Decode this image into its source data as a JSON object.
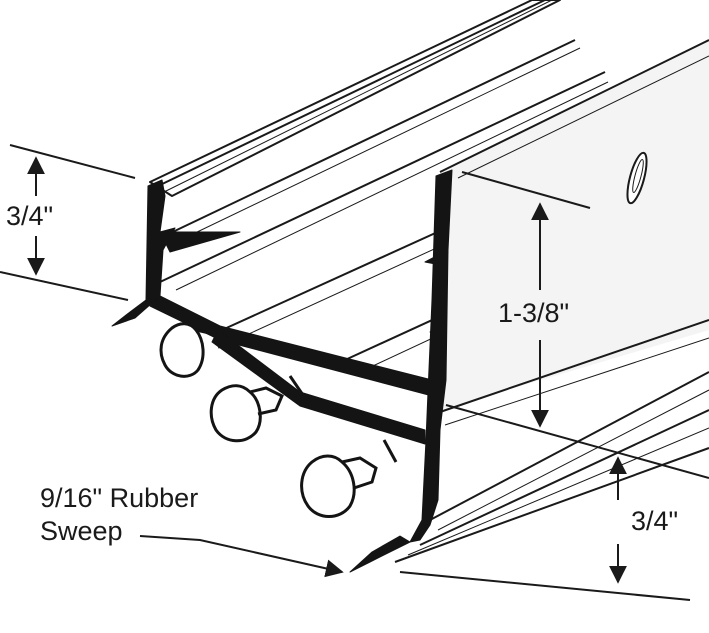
{
  "dimensions": {
    "top_left": "3/4\"",
    "middle_right": "1-3/8\"",
    "bottom_right": "3/4\""
  },
  "callout": {
    "line1": "9/16\" Rubber",
    "line2": "Sweep"
  },
  "colors": {
    "ink": "#1a1a1a",
    "profile_fill": "#141414",
    "paper": "#ffffff",
    "face_shade": "#f4f4f4"
  }
}
